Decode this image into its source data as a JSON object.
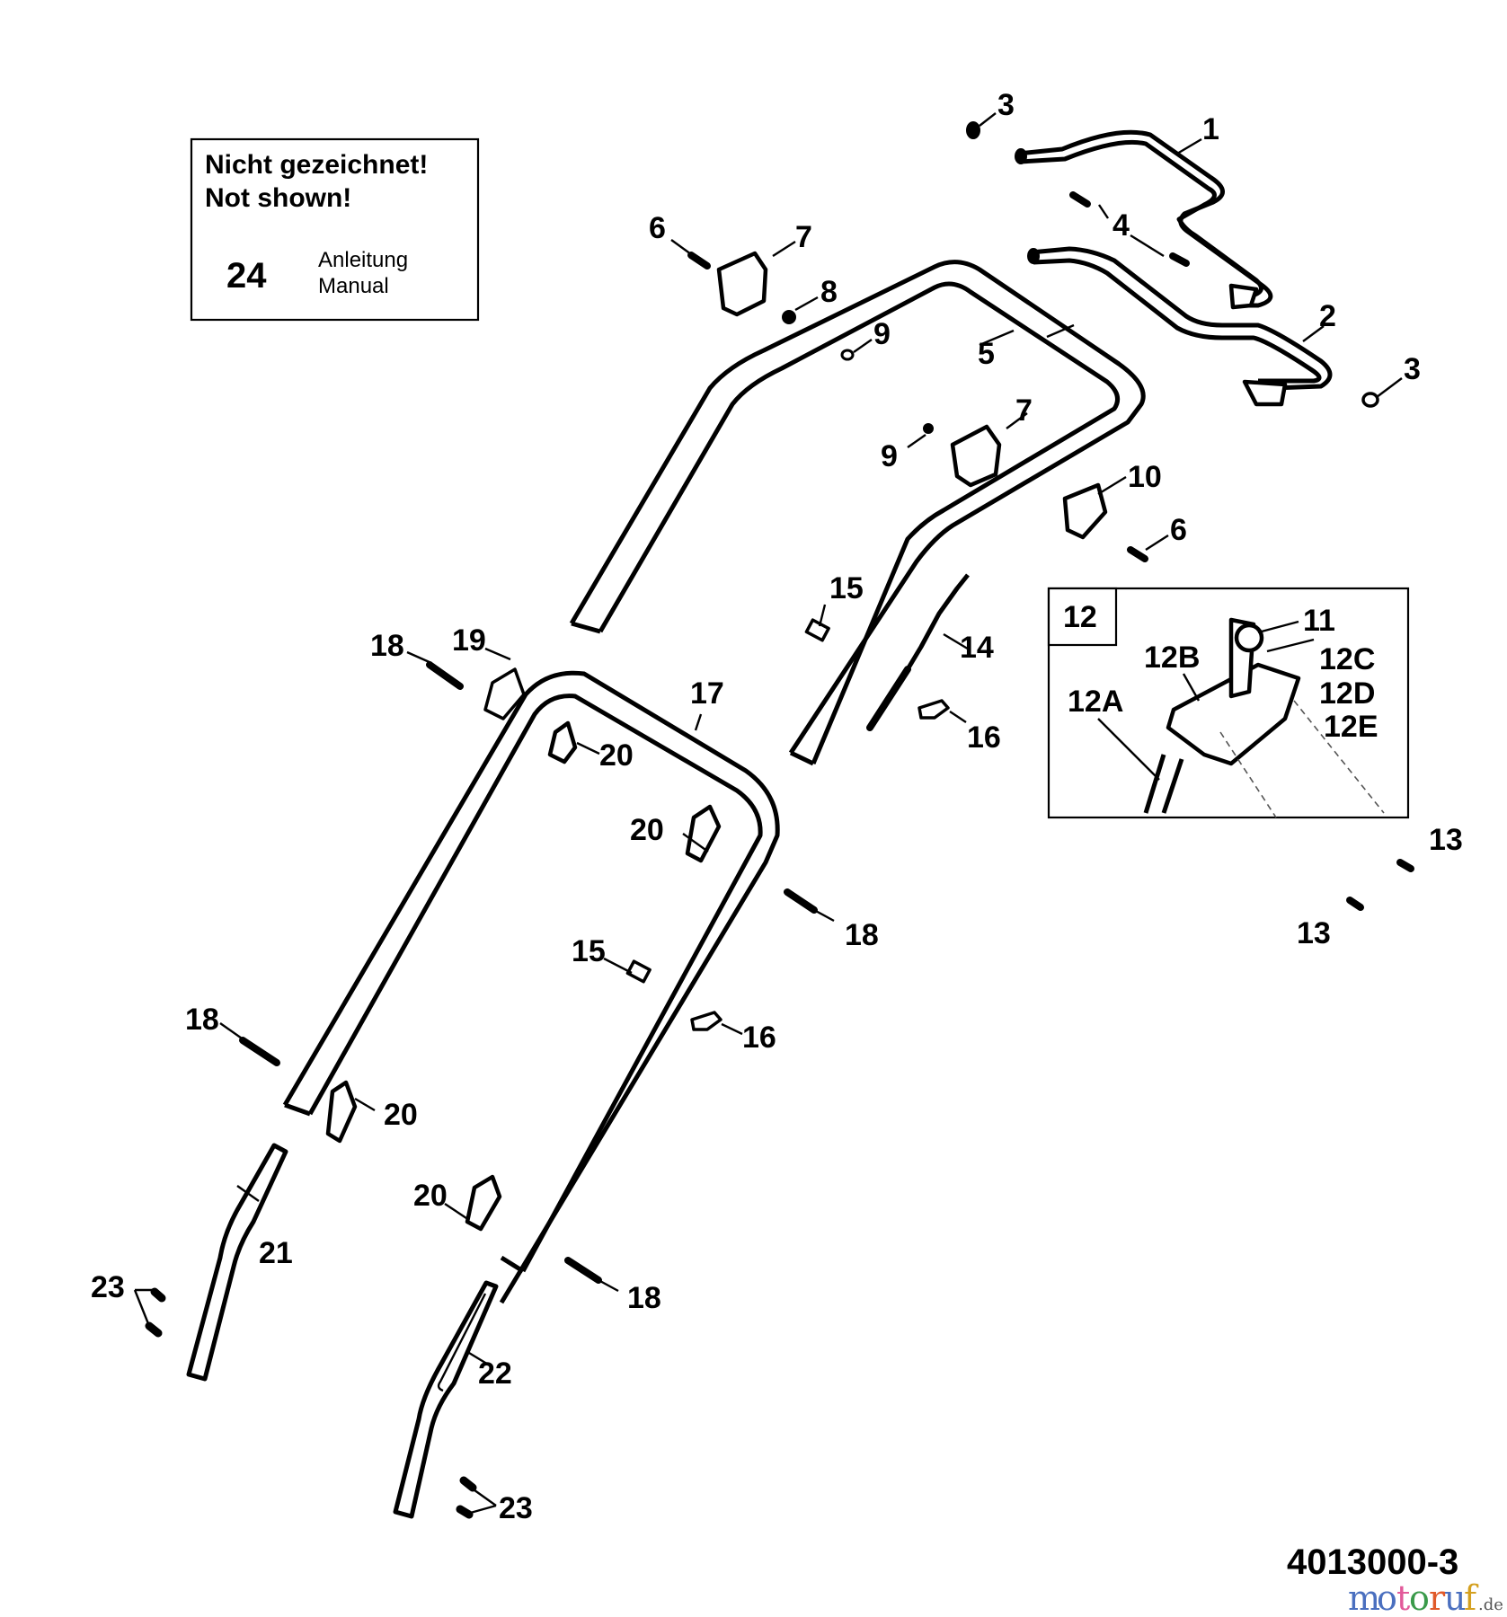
{
  "note_box": {
    "line1": "Nicht gezeichnet!",
    "line2": "Not shown!",
    "item_number": "24",
    "item_de": "Anleitung",
    "item_en": "Manual"
  },
  "inset": {
    "title": "12",
    "labels": [
      "11",
      "12A",
      "12B",
      "12C",
      "12D",
      "12E"
    ]
  },
  "callouts": {
    "c1": "1",
    "c2": "2",
    "c3a": "3",
    "c3b": "3",
    "c4": "4",
    "c5": "5",
    "c6a": "6",
    "c6b": "6",
    "c7a": "7",
    "c7b": "7",
    "c8": "8",
    "c9a": "9",
    "c9b": "9",
    "c10": "10",
    "c13a": "13",
    "c13b": "13",
    "c14": "14",
    "c15a": "15",
    "c15b": "15",
    "c16a": "16",
    "c16b": "16",
    "c17": "17",
    "c18a": "18",
    "c18b": "18",
    "c18c": "18",
    "c18d": "18",
    "c19": "19",
    "c20a": "20",
    "c20b": "20",
    "c20c": "20",
    "c20d": "20",
    "c21": "21",
    "c22": "22",
    "c23a": "23",
    "c23b": "23"
  },
  "document_number": "4013000-3",
  "watermark": {
    "letters": [
      "m",
      "o",
      "t",
      "o",
      "r",
      "u",
      "f"
    ],
    "colors": [
      "#4a6fbf",
      "#4a6fbf",
      "#e25a9a",
      "#3a9a4a",
      "#e05a2a",
      "#4a6fbf",
      "#d4a020"
    ],
    "suffix": ".de"
  }
}
